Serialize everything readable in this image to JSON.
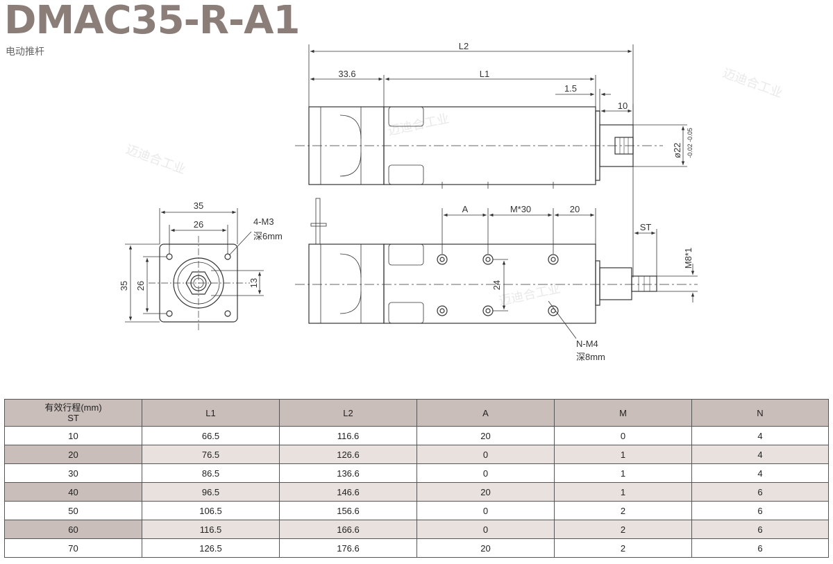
{
  "header": {
    "title": "DMAC35-R-A1",
    "subtitle": "电动推杆"
  },
  "drawing": {
    "labels": {
      "l2": "L2",
      "l1": "L1",
      "d336": "33.6",
      "d15": "1.5",
      "d10": "10",
      "phi22": "ø22",
      "phi22_tol": "-0.02 -0.05",
      "d35_top": "35",
      "d26_top": "26",
      "d35_side": "35",
      "d26_side": "26",
      "d13": "13",
      "m3": "4-M3",
      "m3_depth": "深6mm",
      "a": "A",
      "m30": "M*30",
      "d20": "20",
      "st": "ST",
      "m8": "M8*1",
      "d24": "24",
      "m4": "N-M4",
      "m4_depth": "深8mm"
    }
  },
  "table": {
    "headers": [
      "有效行程(mm)",
      "ST",
      "L1",
      "L2",
      "A",
      "M",
      "N"
    ],
    "rows": [
      [
        "10",
        "66.5",
        "116.6",
        "20",
        "0",
        "4"
      ],
      [
        "20",
        "76.5",
        "126.6",
        "0",
        "1",
        "4"
      ],
      [
        "30",
        "86.5",
        "136.6",
        "0",
        "1",
        "4"
      ],
      [
        "40",
        "96.5",
        "146.6",
        "20",
        "1",
        "6"
      ],
      [
        "50",
        "106.5",
        "156.6",
        "0",
        "2",
        "6"
      ],
      [
        "60",
        "116.5",
        "166.6",
        "0",
        "2",
        "6"
      ],
      [
        "70",
        "126.5",
        "176.6",
        "20",
        "2",
        "6"
      ]
    ]
  }
}
